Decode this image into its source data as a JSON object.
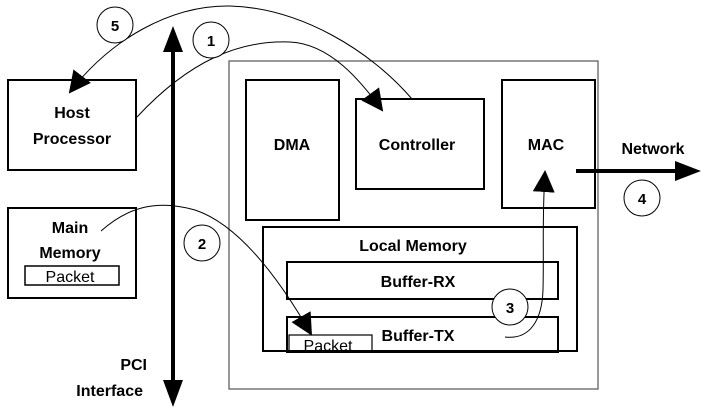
{
  "components": {
    "host_processor": {
      "line1": "Host",
      "line2": "Processor"
    },
    "main_memory": {
      "line1": "Main",
      "line2": "Memory",
      "packet": "Packet"
    },
    "dma": "DMA",
    "controller": "Controller",
    "mac": "MAC",
    "local_memory": {
      "title": "Local Memory",
      "buffer_rx": "Buffer-RX",
      "buffer_tx": "Buffer-TX",
      "packet": "Packet"
    },
    "network": "Network",
    "pci": {
      "line1": "PCI",
      "line2": "Interface"
    }
  },
  "steps": [
    "1",
    "2",
    "3",
    "4",
    "5"
  ]
}
